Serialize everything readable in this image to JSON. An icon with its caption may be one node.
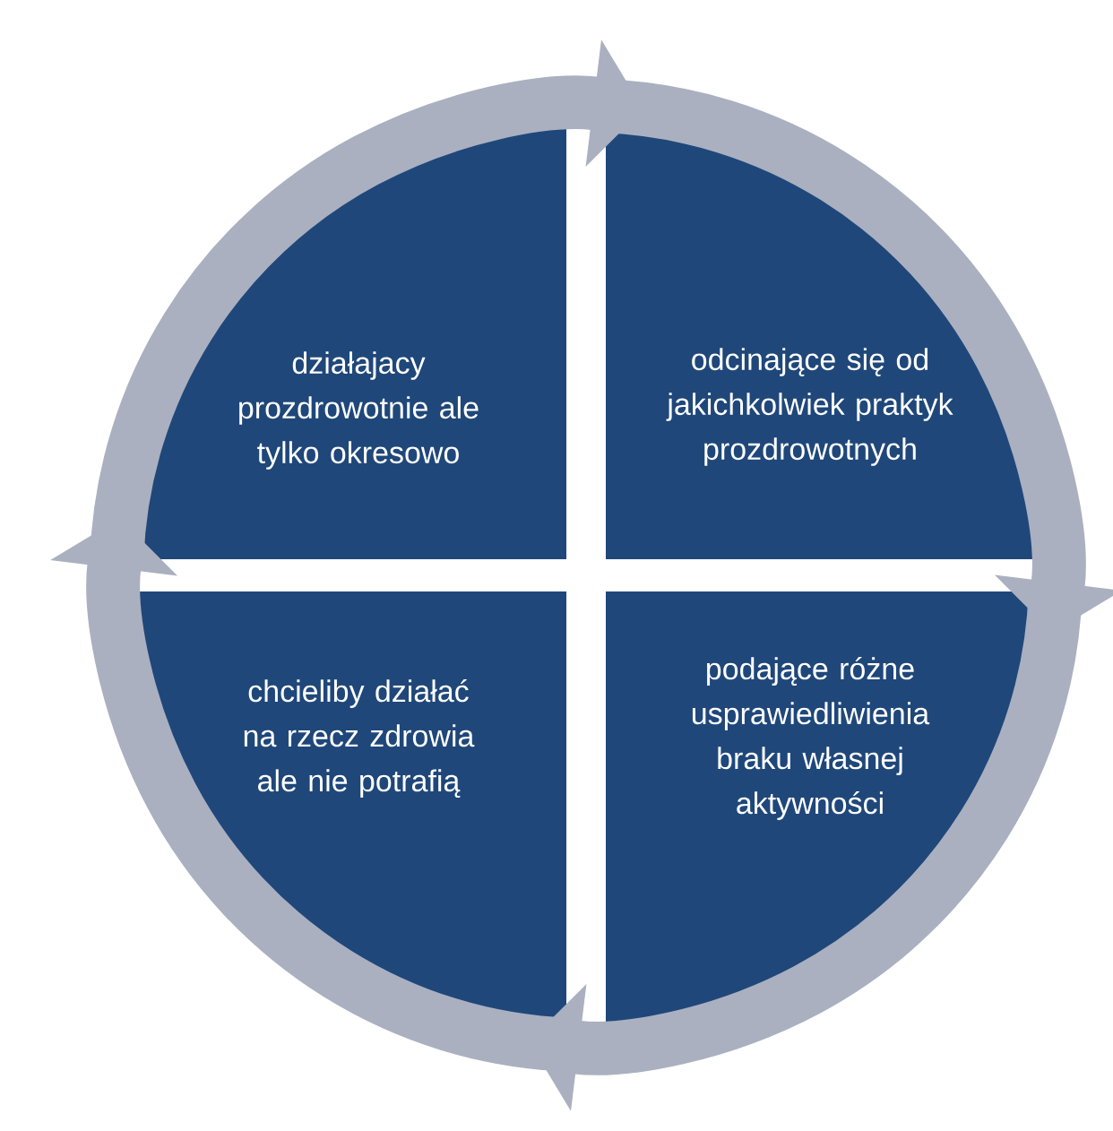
{
  "diagram": {
    "nodes": [
      {
        "text": [
          "działajacy prozdrowotnie ale tylko okresowo"
        ]
      },
      {
        "text": [
          "odcinające się od jakichkolwiek praktyk prozdrowotnych"
        ]
      },
      {
        "text": [
          "chcieliby działać na rzecz zdrowia ale nie potrafią"
        ]
      },
      {
        "text": [
          "podające różne usprawiedliwienia braku własnej aktywności"
        ]
      }
    ],
    "edges": [
      {
        "from": 0,
        "to": 1,
        "arrow": "to"
      },
      {
        "from": 1,
        "to": 3,
        "arrow": "to"
      },
      {
        "from": 3,
        "to": 2,
        "arrow": "to"
      },
      {
        "from": 2,
        "to": 0,
        "arrow": "to"
      }
    ]
  }
}
